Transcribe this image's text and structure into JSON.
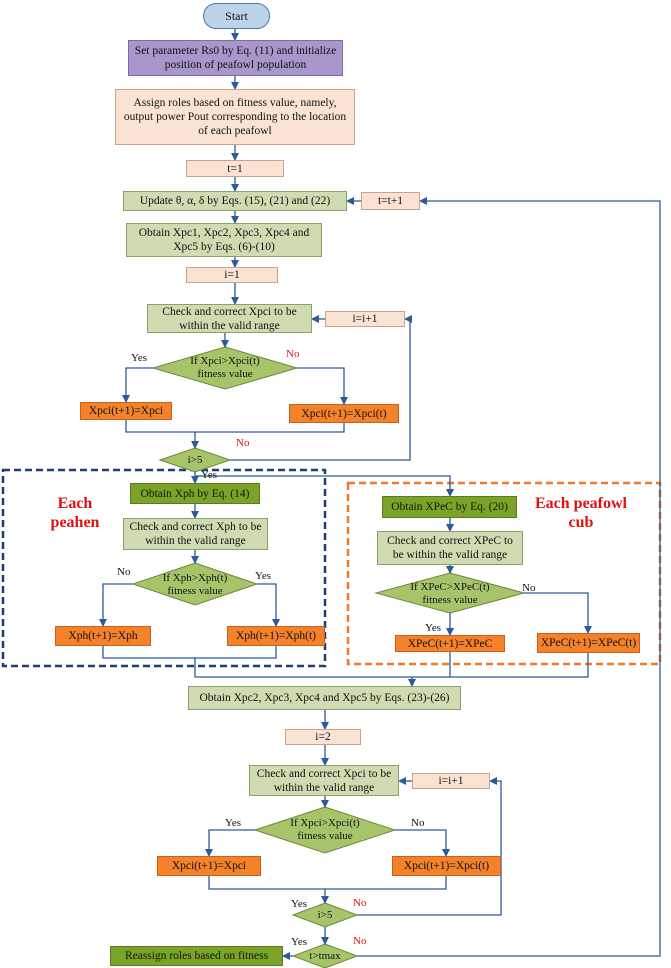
{
  "start": "Start",
  "step_set_parameter": "Set parameter Rs0 by Eq. (11) and initialize position of peafowl population",
  "step_assign_roles": "Assign roles based on fitness value, namely, output power Pout corresponding to the location of each peafowl",
  "t_init": "t=1",
  "update_params": "Update θ, α, δ by Eqs. (15), (21) and (22)",
  "t_increment": "t=t+1",
  "obtain_pc": "Obtain Xpc1, Xpc2, Xpc3, Xpc4 and Xpc5 by Eqs. (6)-(10)",
  "i_init_1": "i=1",
  "check_pci_1": "Check and correct Xpci to be within the valid range",
  "i_increment_1": "i=i+1",
  "diamond_pci_1": {
    "line1": "If Xpci>Xpci(t)",
    "line2": "fitness value"
  },
  "yes": "Yes",
  "no": "No",
  "update_pci_left_1": "Xpci(t+1)=Xpci",
  "update_pci_right_1": "Xpci(t+1)=Xpci(t)",
  "diamond_i_gt_5_1": "i>5",
  "section_peahen": "Each peahen",
  "section_cub": "Each peafowl cub",
  "obtain_ph": "Obtain Xph by Eq. (14)",
  "check_ph": "Check and correct Xph to be within the valid range",
  "diamond_ph": {
    "line1": "If Xph>Xph(t)",
    "line2": "fitness value"
  },
  "update_ph_left": "Xph(t+1)=Xph",
  "update_ph_right": "Xph(t+1)=Xph(t)",
  "obtain_pec": "Obtain XPeC by Eq. (20)",
  "check_pec": "Check and correct XPeC to be within the valid range",
  "diamond_pec": {
    "line1": "If XPeC>XPeC(t)",
    "line2": "fitness value"
  },
  "update_pec_left": "XPeC(t+1)=XPeC",
  "update_pec_right": "XPeC(t+1)=XPeC(t)",
  "obtain_pc_2": "Obtain Xpc2, Xpc3, Xpc4 and Xpc5 by Eqs. (23)-(26)",
  "i_init_2": "i=2",
  "check_pci_2": "Check and correct Xpci to be within the valid range",
  "i_increment_2": "i=i+1",
  "diamond_pci_2": {
    "line1": "If Xpci>Xpci(t)",
    "line2": "fitness value"
  },
  "update_pci_left_2": "Xpci(t+1)=Xpci",
  "update_pci_right_2": "Xpci(t+1)=Xpci(t)",
  "diamond_i_gt_5_2": "i>5",
  "diamond_t_max": "t>tmax",
  "reassign_roles": "Reassign roles based on fitness",
  "colors": {
    "terminal": "#bcd3ea",
    "purple_box": "#a996cc",
    "light_blue_box": "#dfe9f4",
    "peach_box": "#fbe3d3",
    "green_box": "#cfdcb2",
    "olive_box": "#7ba229",
    "orange_box": "#f4822a",
    "arrow": "#2d5a98",
    "no_label": "#e01010",
    "peahen_frame": "#1f3f73",
    "cub_frame": "#f07a2a"
  }
}
